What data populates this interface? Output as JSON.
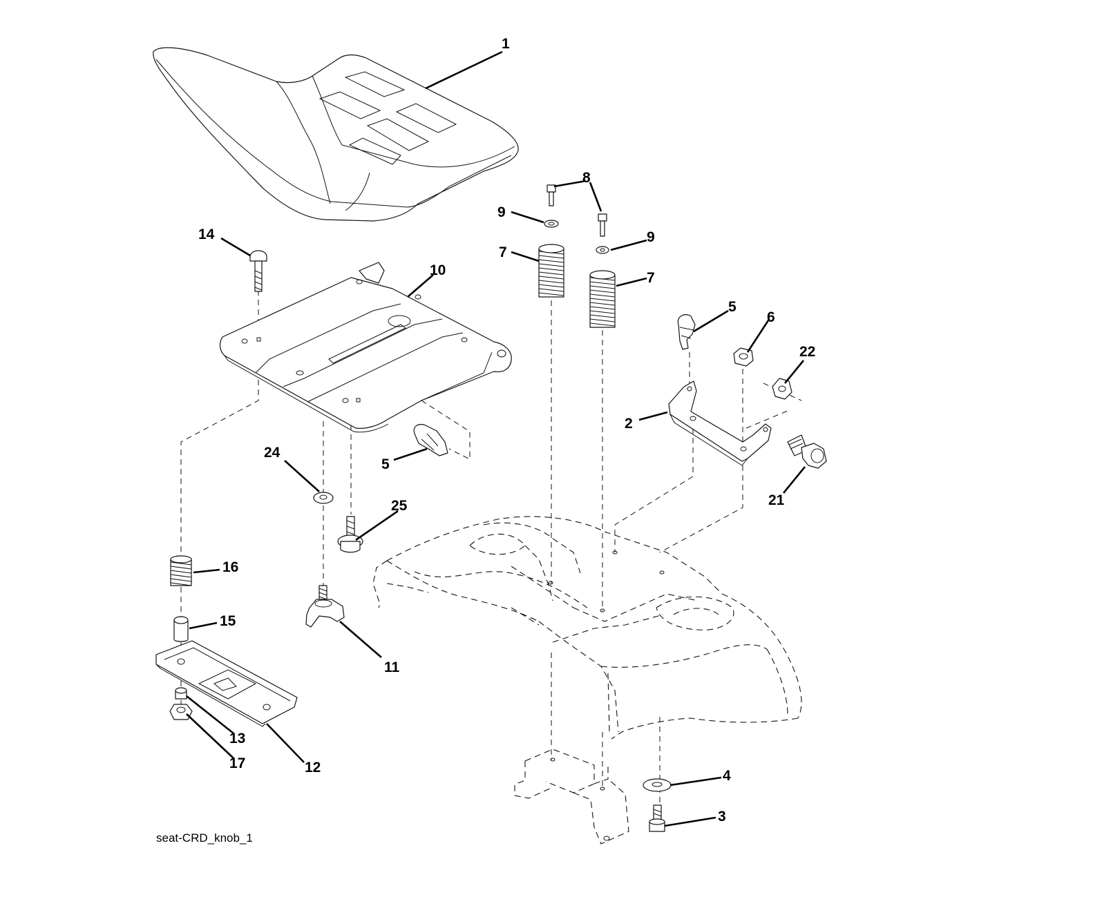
{
  "caption": "seat-CRD_knob_1",
  "colors": {
    "line": "#111111",
    "background": "#ffffff"
  },
  "callouts": {
    "c1": "1",
    "c2": "2",
    "c3": "3",
    "c4": "4",
    "c5a": "5",
    "c5b": "5",
    "c6": "6",
    "c7a": "7",
    "c7b": "7",
    "c8": "8",
    "c9a": "9",
    "c9b": "9",
    "c10": "10",
    "c11": "11",
    "c12": "12",
    "c13": "13",
    "c14": "14",
    "c15": "15",
    "c16": "16",
    "c17": "17",
    "c21": "21",
    "c22": "22",
    "c24": "24",
    "c25": "25"
  }
}
